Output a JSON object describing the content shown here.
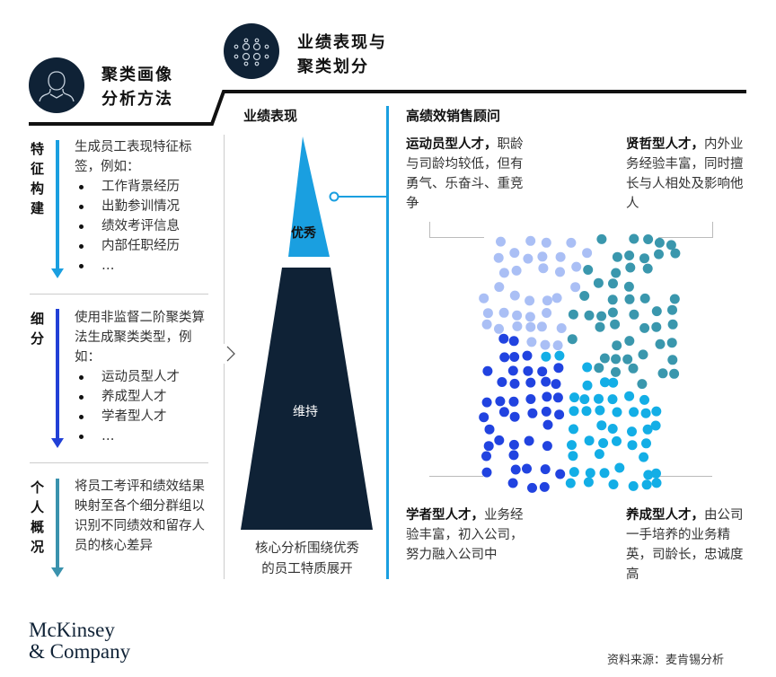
{
  "header": {
    "step1_title_line1": "聚类画像",
    "step1_title_line2": "分析方法",
    "step2_title_line1": "业绩表现与",
    "step2_title_line2": "聚类划分"
  },
  "left_sections": [
    {
      "label": "特征构建",
      "text": "生成员工表现特征标签，例如：",
      "bullets": [
        "工作背景经历",
        "出勤参训情况",
        "绩效考评信息",
        "内部任职经历",
        "…"
      ],
      "color": "#1a9fe0"
    },
    {
      "label": "细分",
      "text": "使用非监督二阶聚类算法生成聚类类型，例如：",
      "bullets": [
        "运动员型人才",
        "养成型人才",
        "学者型人才",
        "…"
      ],
      "color": "#2140d6"
    },
    {
      "label": "个人概况",
      "text": "将员工考评和绩效结果映射至各个细分群组以识别不同绩效和留存人员的核心差异",
      "bullets": [],
      "color": "#3a92ad"
    }
  ],
  "performance": {
    "title": "业绩表现",
    "top_label": "优秀",
    "bottom_label": "维持",
    "caption_line1": "核心分析围绕优秀",
    "caption_line2": "的员工特质展开",
    "top_color": "#1a9fe0",
    "bottom_color": "#0f2236"
  },
  "clusters": {
    "title": "高绩效销售顾问",
    "top_left": {
      "name": "运动员型人才，",
      "desc": "职龄与司龄均较低，但有勇气、乐奋斗、重竞争",
      "color": "#aabff5"
    },
    "top_right": {
      "name": "贤哲型人才，",
      "desc": "内外业务经验丰富，同时擅长与人相处及影响他人",
      "color": "#3a97ad"
    },
    "bottom_left": {
      "name": "学者型人才，",
      "desc": "业务经验丰富，初入公司，努力融入公司中",
      "color": "#2143e0"
    },
    "bottom_right": {
      "name": "养成型人才，",
      "desc": "由公司一手培养的业务精英，司龄长，忠诚度高",
      "color": "#13aee6"
    }
  },
  "footer": {
    "logo_line1": "McKinsey",
    "logo_line2": "& Company",
    "source": "资料来源：麦肯锡分析"
  }
}
